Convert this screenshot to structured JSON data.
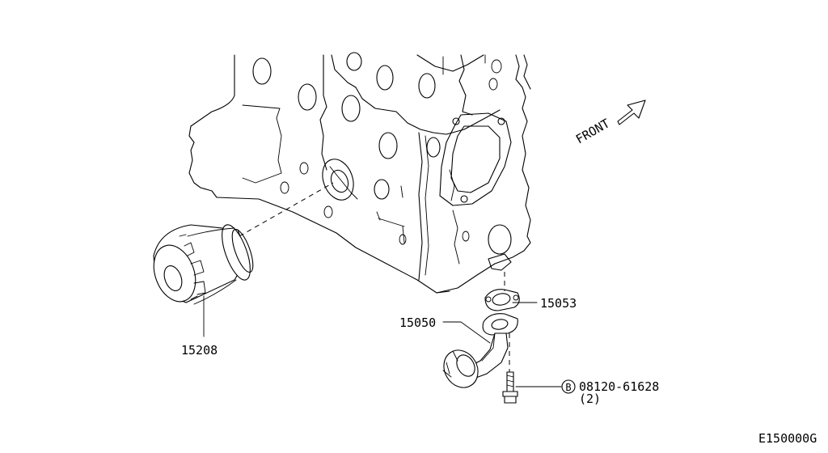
{
  "diagram": {
    "front_label": "FRONT",
    "parts": {
      "oil_filter": "15208",
      "oil_strainer": "15050",
      "strainer_gasket": "15053",
      "bolt": "08120-61628",
      "bolt_qty": "(2)",
      "bolt_marker": "B"
    },
    "code": "E150000G"
  }
}
